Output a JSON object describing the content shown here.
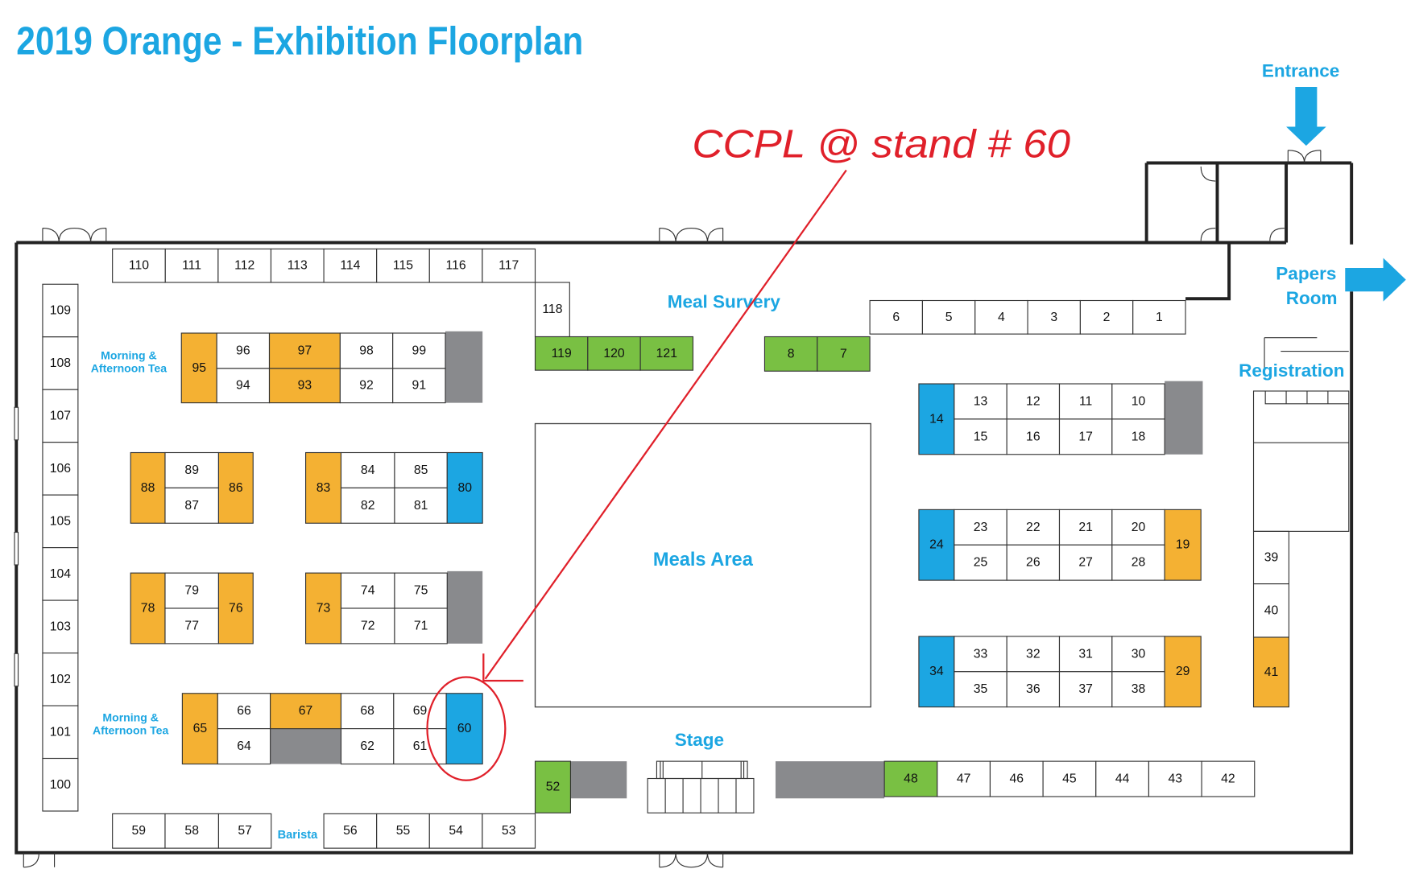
{
  "title": "2019 Orange - Exhibition Floorplan",
  "annotation": "CCPL @ stand # 60",
  "labels": {
    "entrance": "Entrance",
    "papers_room_1": "Papers",
    "papers_room_2": "Room",
    "meal_servery": "Meal Survery",
    "meals_area": "Meals Area",
    "stage": "Stage",
    "registration": "Registration",
    "tea_top_1": "Morning &",
    "tea_top_2": "Afternoon Tea",
    "tea_bottom_1": "Morning &",
    "tea_bottom_2": "Afternoon Tea",
    "barista": "Barista"
  },
  "colors": {
    "accent_blue": "#1ca6e2",
    "orange": "#f4b133",
    "green": "#79c043",
    "gray": "#898a8d",
    "annotation_red": "#e0202a"
  },
  "highlighted_stand": "60",
  "stands": [
    {
      "id": "110",
      "type": "white"
    },
    {
      "id": "111",
      "type": "white"
    },
    {
      "id": "112",
      "type": "white"
    },
    {
      "id": "113",
      "type": "white"
    },
    {
      "id": "114",
      "type": "white"
    },
    {
      "id": "115",
      "type": "white"
    },
    {
      "id": "116",
      "type": "white"
    },
    {
      "id": "117",
      "type": "white"
    },
    {
      "id": "118",
      "type": "white"
    },
    {
      "id": "119",
      "type": "green"
    },
    {
      "id": "120",
      "type": "green"
    },
    {
      "id": "121",
      "type": "green"
    },
    {
      "id": "8",
      "type": "green"
    },
    {
      "id": "7",
      "type": "green"
    },
    {
      "id": "6",
      "type": "white"
    },
    {
      "id": "5",
      "type": "white"
    },
    {
      "id": "4",
      "type": "white"
    },
    {
      "id": "3",
      "type": "white"
    },
    {
      "id": "2",
      "type": "white"
    },
    {
      "id": "1",
      "type": "white"
    },
    {
      "id": "109",
      "type": "white"
    },
    {
      "id": "108",
      "type": "white"
    },
    {
      "id": "107",
      "type": "white"
    },
    {
      "id": "106",
      "type": "white"
    },
    {
      "id": "105",
      "type": "white"
    },
    {
      "id": "104",
      "type": "white"
    },
    {
      "id": "103",
      "type": "white"
    },
    {
      "id": "102",
      "type": "white"
    },
    {
      "id": "101",
      "type": "white"
    },
    {
      "id": "100",
      "type": "white"
    },
    {
      "id": "95",
      "type": "orange"
    },
    {
      "id": "96",
      "type": "white"
    },
    {
      "id": "94",
      "type": "white"
    },
    {
      "id": "97",
      "type": "orange"
    },
    {
      "id": "93",
      "type": "orange"
    },
    {
      "id": "98",
      "type": "white"
    },
    {
      "id": "99",
      "type": "white"
    },
    {
      "id": "92",
      "type": "white"
    },
    {
      "id": "91",
      "type": "white"
    },
    {
      "id": "88",
      "type": "orange"
    },
    {
      "id": "89",
      "type": "white"
    },
    {
      "id": "87",
      "type": "white"
    },
    {
      "id": "86",
      "type": "orange"
    },
    {
      "id": "83",
      "type": "orange"
    },
    {
      "id": "84",
      "type": "white"
    },
    {
      "id": "85",
      "type": "white"
    },
    {
      "id": "82",
      "type": "white"
    },
    {
      "id": "81",
      "type": "white"
    },
    {
      "id": "80",
      "type": "blue"
    },
    {
      "id": "78",
      "type": "orange"
    },
    {
      "id": "79",
      "type": "white"
    },
    {
      "id": "77",
      "type": "white"
    },
    {
      "id": "76",
      "type": "orange"
    },
    {
      "id": "73",
      "type": "orange"
    },
    {
      "id": "74",
      "type": "white"
    },
    {
      "id": "75",
      "type": "white"
    },
    {
      "id": "72",
      "type": "white"
    },
    {
      "id": "71",
      "type": "white"
    },
    {
      "id": "65",
      "type": "orange"
    },
    {
      "id": "66",
      "type": "white"
    },
    {
      "id": "64",
      "type": "white"
    },
    {
      "id": "67",
      "type": "orange"
    },
    {
      "id": "68",
      "type": "white"
    },
    {
      "id": "69",
      "type": "white"
    },
    {
      "id": "62",
      "type": "white"
    },
    {
      "id": "61",
      "type": "white"
    },
    {
      "id": "60",
      "type": "blue"
    },
    {
      "id": "59",
      "type": "white"
    },
    {
      "id": "58",
      "type": "white"
    },
    {
      "id": "57",
      "type": "white"
    },
    {
      "id": "56",
      "type": "white"
    },
    {
      "id": "55",
      "type": "white"
    },
    {
      "id": "54",
      "type": "white"
    },
    {
      "id": "53",
      "type": "white"
    },
    {
      "id": "52",
      "type": "green"
    },
    {
      "id": "48",
      "type": "green"
    },
    {
      "id": "47",
      "type": "white"
    },
    {
      "id": "46",
      "type": "white"
    },
    {
      "id": "45",
      "type": "white"
    },
    {
      "id": "44",
      "type": "white"
    },
    {
      "id": "43",
      "type": "white"
    },
    {
      "id": "42",
      "type": "white"
    },
    {
      "id": "14",
      "type": "blue"
    },
    {
      "id": "13",
      "type": "white"
    },
    {
      "id": "12",
      "type": "white"
    },
    {
      "id": "11",
      "type": "white"
    },
    {
      "id": "10",
      "type": "white"
    },
    {
      "id": "15",
      "type": "white"
    },
    {
      "id": "16",
      "type": "white"
    },
    {
      "id": "17",
      "type": "white"
    },
    {
      "id": "18",
      "type": "white"
    },
    {
      "id": "24",
      "type": "blue"
    },
    {
      "id": "23",
      "type": "white"
    },
    {
      "id": "22",
      "type": "white"
    },
    {
      "id": "21",
      "type": "white"
    },
    {
      "id": "20",
      "type": "white"
    },
    {
      "id": "25",
      "type": "white"
    },
    {
      "id": "26",
      "type": "white"
    },
    {
      "id": "27",
      "type": "white"
    },
    {
      "id": "28",
      "type": "white"
    },
    {
      "id": "19",
      "type": "orange"
    },
    {
      "id": "34",
      "type": "blue"
    },
    {
      "id": "33",
      "type": "white"
    },
    {
      "id": "32",
      "type": "white"
    },
    {
      "id": "31",
      "type": "white"
    },
    {
      "id": "30",
      "type": "white"
    },
    {
      "id": "35",
      "type": "white"
    },
    {
      "id": "36",
      "type": "white"
    },
    {
      "id": "37",
      "type": "white"
    },
    {
      "id": "38",
      "type": "white"
    },
    {
      "id": "29",
      "type": "orange"
    },
    {
      "id": "39",
      "type": "white"
    },
    {
      "id": "40",
      "type": "white"
    },
    {
      "id": "41",
      "type": "orange"
    }
  ]
}
